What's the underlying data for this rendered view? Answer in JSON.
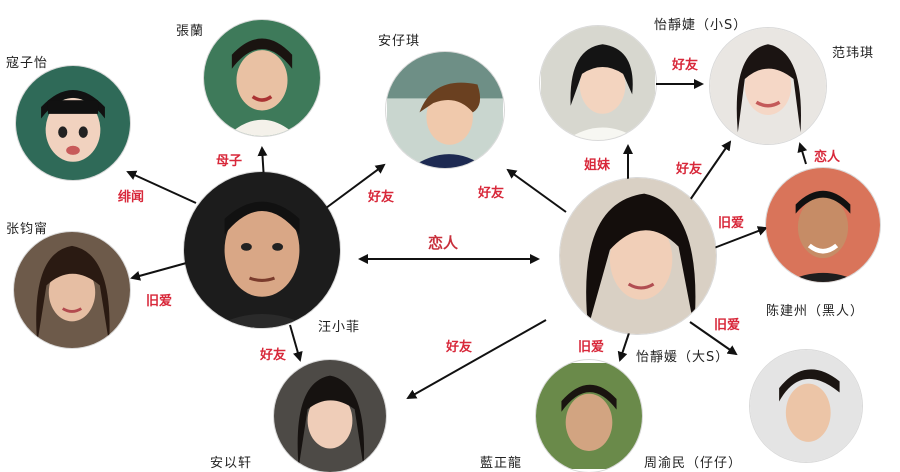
{
  "colors": {
    "relation_red": "#d8283a",
    "relation_main": "#c8303c",
    "arrow": "#111111",
    "name": "#222222"
  },
  "people": {
    "center_male": {
      "name": "汪小菲"
    },
    "center_female": {
      "name": "怡靜媛（大S）"
    },
    "top_left": {
      "name": "寇子怡"
    },
    "mother": {
      "name": "張蘭"
    },
    "friend_boy": {
      "name": "安仔琪"
    },
    "sister": {
      "name": "怡靜婕（小S）"
    },
    "friend_girl": {
      "name": "范玮琪"
    },
    "left_girl": {
      "name": "张钧甯"
    },
    "bottom_girl": {
      "name": "安以轩"
    },
    "right_man": {
      "name": "陈建州（黑人）"
    },
    "bottom_man1": {
      "name": "藍正龍"
    },
    "bottom_man2": {
      "name": "周渝民（仔仔）"
    }
  },
  "relations": {
    "lovers": "恋人",
    "male_to_topleft": "绯闻",
    "male_to_mother": "母子",
    "male_to_friendboy": "好友",
    "male_to_leftgirl": "旧爱",
    "male_to_bottomgirl": "好友",
    "female_to_friendboy": "好友",
    "female_to_sister": "姐妹",
    "female_to_friendgirl": "好友",
    "female_to_rightman": "旧爱",
    "friendgirl_to_rightman": "恋人",
    "female_to_bottomgirl": "好友",
    "female_to_bottomman1": "旧爱",
    "female_to_bottomman2": "旧爱",
    "sister_to_friendgirl": "好友"
  }
}
